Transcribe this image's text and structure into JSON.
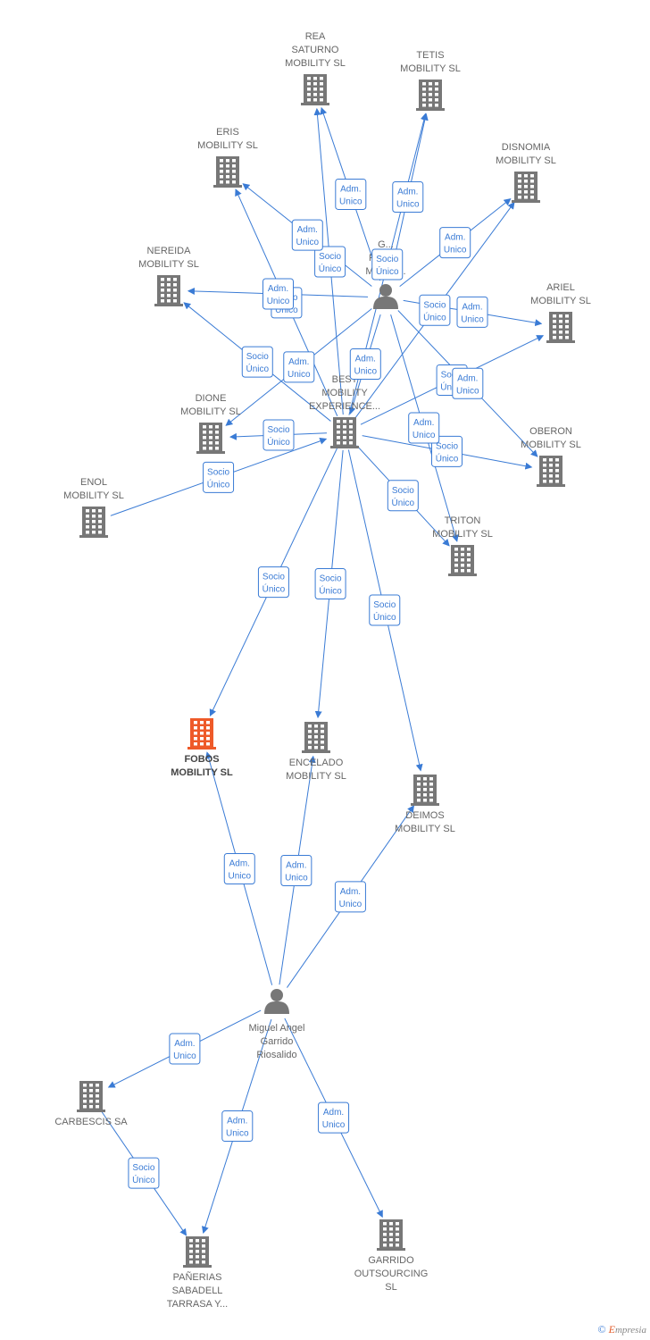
{
  "colors": {
    "edge": "#3a7bd5",
    "node": "#777777",
    "focus_node": "#ee5a29",
    "label": "#666666"
  },
  "nodes": [
    {
      "id": "rea",
      "type": "company",
      "lines": [
        "REA",
        "SATURNO",
        "MOBILITY SL"
      ]
    },
    {
      "id": "tetis",
      "type": "company",
      "lines": [
        "TETIS",
        "MOBILITY SL"
      ]
    },
    {
      "id": "eris",
      "type": "company",
      "lines": [
        "ERIS",
        "MOBILITY SL"
      ]
    },
    {
      "id": "disnomia",
      "type": "company",
      "lines": [
        "DISNOMIA",
        "MOBILITY SL"
      ]
    },
    {
      "id": "nereida",
      "type": "company",
      "lines": [
        "NEREIDA",
        "MOBILITY SL"
      ]
    },
    {
      "id": "ariel",
      "type": "company",
      "lines": [
        "ARIEL",
        "MOBILITY SL"
      ]
    },
    {
      "id": "person_top",
      "type": "person",
      "lines": [
        "G...",
        "Ricardo",
        "Miguel-..."
      ]
    },
    {
      "id": "best",
      "type": "company",
      "lines": [
        "BEST",
        "MOBILITY",
        "EXPERIENCE..."
      ]
    },
    {
      "id": "dione",
      "type": "company",
      "lines": [
        "DIONE",
        "MOBILITY SL"
      ]
    },
    {
      "id": "oberon",
      "type": "company",
      "lines": [
        "OBERON",
        "MOBILITY SL"
      ]
    },
    {
      "id": "enol",
      "type": "company",
      "lines": [
        "ENOL",
        "MOBILITY SL"
      ]
    },
    {
      "id": "triton",
      "type": "company",
      "lines": [
        "TRITON",
        "MOBILITY SL"
      ]
    },
    {
      "id": "fobos",
      "type": "company",
      "focus": true,
      "lines": [
        "FOBOS",
        "MOBILITY SL"
      ]
    },
    {
      "id": "encelado",
      "type": "company",
      "lines": [
        "ENCELADO",
        "MOBILITY SL"
      ]
    },
    {
      "id": "deimos",
      "type": "company",
      "lines": [
        "DEIMOS",
        "MOBILITY SL"
      ]
    },
    {
      "id": "miguel",
      "type": "person",
      "lines": [
        "Miguel Angel",
        "Garrido",
        "Riosalido"
      ]
    },
    {
      "id": "carbescis",
      "type": "company",
      "lines": [
        "CARBESCIS SA"
      ]
    },
    {
      "id": "panerias",
      "type": "company",
      "lines": [
        "PAÑERIAS",
        "SABADELL",
        "TARRASA Y..."
      ]
    },
    {
      "id": "garrido",
      "type": "company",
      "lines": [
        "GARRIDO",
        "OUTSOURCING",
        "SL"
      ]
    }
  ],
  "edges": [
    {
      "from": "person_top",
      "to": "rea",
      "label": [
        "Adm.",
        "Unico"
      ]
    },
    {
      "from": "best",
      "to": "rea",
      "label": [
        "Socio",
        "Único"
      ]
    },
    {
      "from": "person_top",
      "to": "tetis",
      "label": [
        "Adm.",
        "Unico"
      ]
    },
    {
      "from": "best",
      "to": "tetis",
      "label": [
        "Socio",
        "Único"
      ]
    },
    {
      "from": "person_top",
      "to": "eris",
      "label": [
        "Adm.",
        "Unico"
      ]
    },
    {
      "from": "best",
      "to": "eris",
      "label": [
        "Socio",
        "Único"
      ]
    },
    {
      "from": "person_top",
      "to": "disnomia",
      "label": [
        "Adm.",
        "Unico"
      ]
    },
    {
      "from": "best",
      "to": "disnomia",
      "label": [
        "Socio",
        "Único"
      ]
    },
    {
      "from": "person_top",
      "to": "nereida",
      "label": [
        "Adm.",
        "Unico"
      ]
    },
    {
      "from": "best",
      "to": "nereida",
      "label": [
        "Socio",
        "Único"
      ]
    },
    {
      "from": "person_top",
      "to": "ariel",
      "label": [
        "Adm.",
        "Unico"
      ]
    },
    {
      "from": "best",
      "to": "ariel",
      "label": [
        "Socio",
        "Único"
      ]
    },
    {
      "from": "person_top",
      "to": "best",
      "label": [
        "Adm.",
        "Unico"
      ]
    },
    {
      "from": "person_top",
      "to": "dione",
      "label": [
        "Adm.",
        "Unico"
      ]
    },
    {
      "from": "best",
      "to": "dione",
      "label": [
        "Socio",
        "Único"
      ]
    },
    {
      "from": "person_top",
      "to": "oberon",
      "label": [
        "Adm.",
        "Unico"
      ]
    },
    {
      "from": "best",
      "to": "oberon",
      "label": [
        "Socio",
        "Único"
      ]
    },
    {
      "from": "enol",
      "to": "best",
      "label": [
        "Socio",
        "Único"
      ]
    },
    {
      "from": "person_top",
      "to": "triton",
      "label": [
        "Adm.",
        "Unico"
      ]
    },
    {
      "from": "best",
      "to": "triton",
      "label": [
        "Socio",
        "Único"
      ]
    },
    {
      "from": "best",
      "to": "fobos",
      "label": [
        "Socio",
        "Único"
      ]
    },
    {
      "from": "best",
      "to": "encelado",
      "label": [
        "Socio",
        "Único"
      ]
    },
    {
      "from": "best",
      "to": "deimos",
      "label": [
        "Socio",
        "Único"
      ]
    },
    {
      "from": "miguel",
      "to": "fobos",
      "label": [
        "Adm.",
        "Unico"
      ]
    },
    {
      "from": "miguel",
      "to": "encelado",
      "label": [
        "Adm.",
        "Unico"
      ]
    },
    {
      "from": "miguel",
      "to": "deimos",
      "label": [
        "Adm.",
        "Unico"
      ]
    },
    {
      "from": "miguel",
      "to": "carbescis",
      "label": [
        "Adm.",
        "Unico"
      ]
    },
    {
      "from": "miguel",
      "to": "panerias",
      "label": [
        "Adm.",
        "Unico"
      ]
    },
    {
      "from": "carbescis",
      "to": "panerias",
      "label": [
        "Socio",
        "Único"
      ]
    },
    {
      "from": "miguel",
      "to": "garrido",
      "label": [
        "Adm.",
        "Unico"
      ]
    }
  ],
  "footer": {
    "copyright": "©",
    "brand": "E",
    "brand_rest": "mpresia"
  }
}
